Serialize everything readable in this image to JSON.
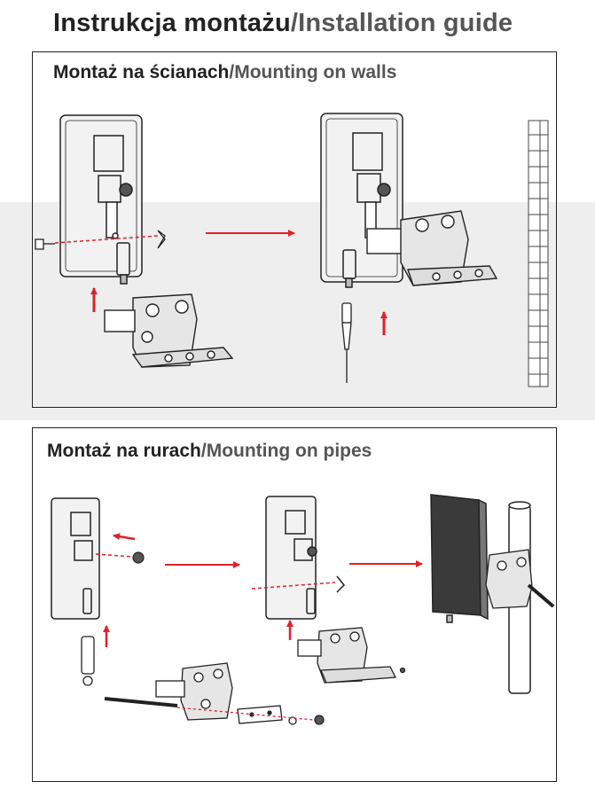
{
  "title": {
    "pl": "Instrukcja montażu",
    "sep": "/",
    "en": "Installation guide"
  },
  "sections": {
    "walls": {
      "pl": "Montaż na ścianach",
      "sep": "/",
      "en": "Mounting on walls"
    },
    "pipes": {
      "pl": "Montaż na rurach",
      "sep": "/",
      "en": "Mounting on pipes"
    }
  },
  "colors": {
    "arrow": "#e0202a",
    "line": "#222222",
    "panel": "#f2f2f2",
    "band": "#eeeeee"
  }
}
